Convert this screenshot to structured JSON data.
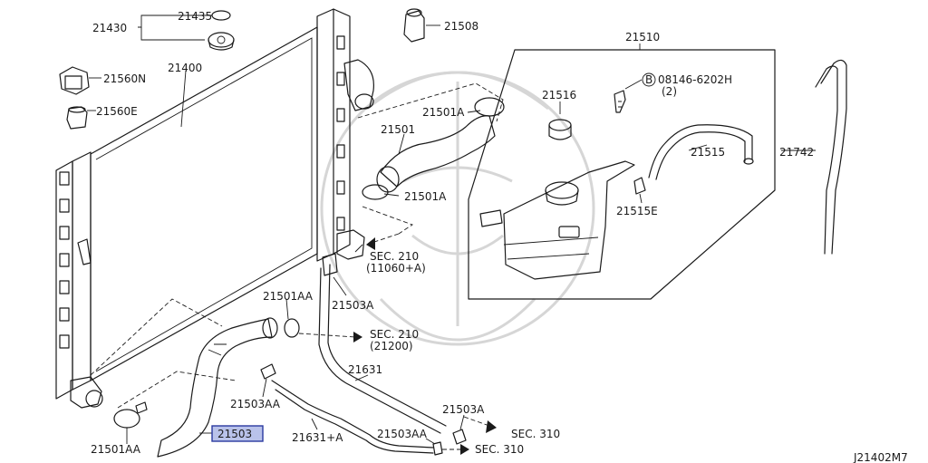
{
  "diagram": {
    "code": "J21402M7",
    "labels": [
      {
        "id": "21435",
        "text": "21435"
      },
      {
        "id": "21430",
        "text": "21430"
      },
      {
        "id": "21508",
        "text": "21508"
      },
      {
        "id": "21510",
        "text": "21510"
      },
      {
        "id": "21560N",
        "text": "21560N"
      },
      {
        "id": "21400",
        "text": "21400"
      },
      {
        "id": "bolt",
        "text": "08146-6202H"
      },
      {
        "id": "bolt_qty",
        "text": "(2)"
      },
      {
        "id": "21742",
        "text": "21742"
      },
      {
        "id": "21516",
        "text": "21516"
      },
      {
        "id": "21560E",
        "text": "21560E"
      },
      {
        "id": "21501A_top",
        "text": "21501A"
      },
      {
        "id": "21501",
        "text": "21501"
      },
      {
        "id": "21515",
        "text": "21515"
      },
      {
        "id": "21501A_mid",
        "text": "21501A"
      },
      {
        "id": "21515E",
        "text": "21515E"
      },
      {
        "id": "sec210_a",
        "text": "SEC. 210"
      },
      {
        "id": "sec210_a_sub",
        "text": "(11060+A)"
      },
      {
        "id": "21501AA_top",
        "text": "21501AA"
      },
      {
        "id": "21503A_top",
        "text": "21503A"
      },
      {
        "id": "sec210_b",
        "text": "SEC. 210"
      },
      {
        "id": "sec210_b_sub",
        "text": "(21200)"
      },
      {
        "id": "21631",
        "text": "21631"
      },
      {
        "id": "21503AA_mid",
        "text": "21503AA"
      },
      {
        "id": "21503A_bot",
        "text": "21503A"
      },
      {
        "id": "21503",
        "text": "21503"
      },
      {
        "id": "sec310_a",
        "text": "SEC. 310"
      },
      {
        "id": "21501AA_bot",
        "text": "21501AA"
      },
      {
        "id": "21631A",
        "text": "21631+A"
      },
      {
        "id": "21503AA_bot",
        "text": "21503AA"
      },
      {
        "id": "sec310_b",
        "text": "SEC. 310"
      }
    ],
    "bolt_symbol": "B",
    "highlight_part": "21503",
    "colors": {
      "line": "#1a1a1a",
      "highlight_fill": "#b9c2ea",
      "highlight_stroke": "#2a3aa0",
      "watermark": "#d6d6d6"
    }
  }
}
